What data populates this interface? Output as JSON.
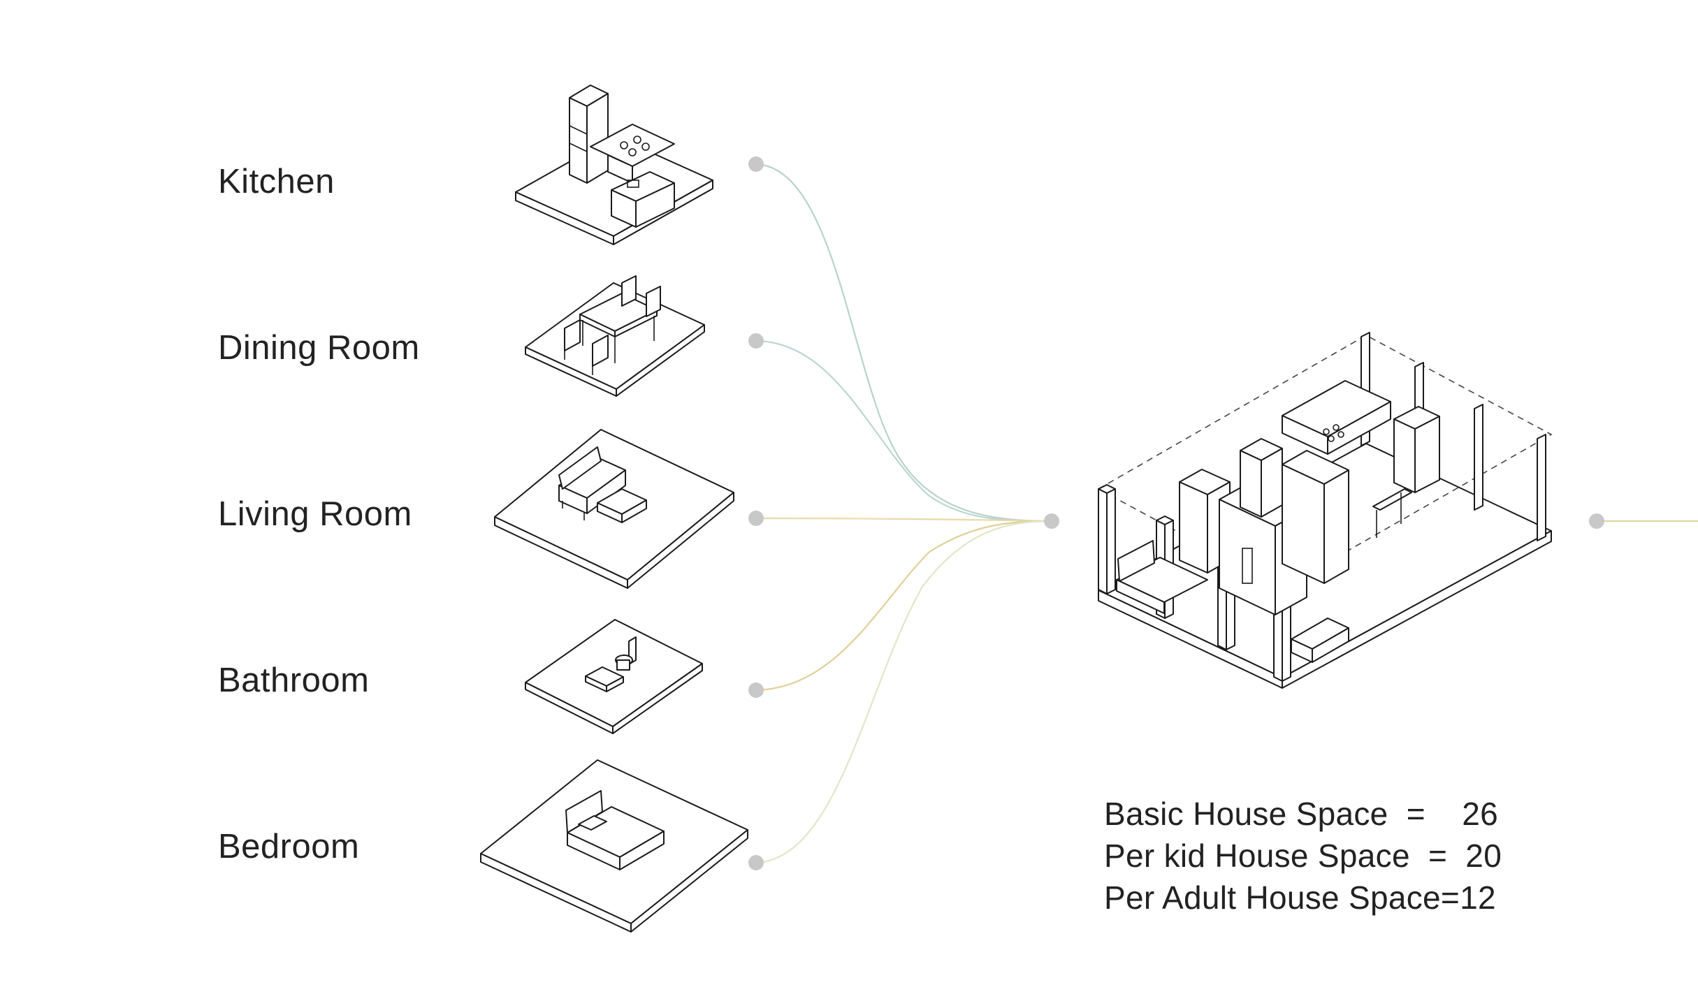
{
  "rooms": [
    {
      "label": "Kitchen",
      "link_color": "#b9d3c8"
    },
    {
      "label": "Dining Room",
      "link_color": "#bcd6d2"
    },
    {
      "label": "Living Room",
      "link_color": "#ead8a8"
    },
    {
      "label": "Bathroom",
      "link_color": "#e0cf98"
    },
    {
      "label": "Bedroom",
      "link_color": "#e2e5c8"
    }
  ],
  "output_link_color": "#dcd9a0",
  "node_color": "#c8c8c8",
  "formulas": {
    "basic": "Basic House Space  =    26",
    "per_kid": "Per kid House Space  =  20",
    "per_adult": "Per Adult House Space=12"
  }
}
